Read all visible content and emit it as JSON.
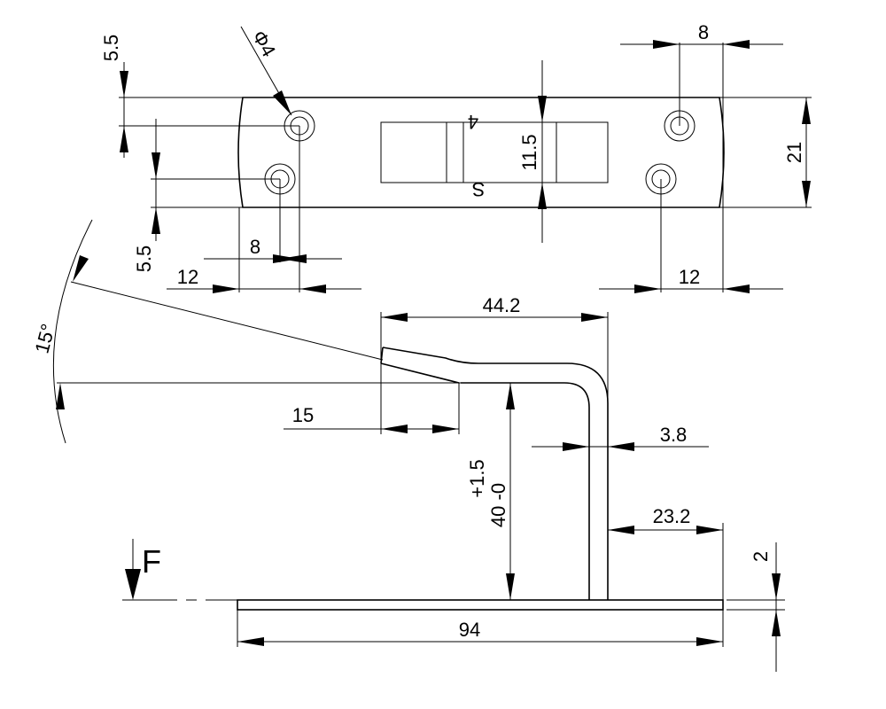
{
  "dimensions": {
    "top_hole_offset": "5.5",
    "hole_diameter": "Φ4",
    "hole_spacing_right": "8",
    "slot_width": "11.5",
    "plate_height": "21",
    "left_offset_vertical": "5.5",
    "hole_spacing_left": "8",
    "left_edge_offset": "12",
    "right_edge_offset": "12",
    "arm_length": "44.2",
    "angle": "15°",
    "tip_length": "15",
    "wire_thickness": "3.8",
    "height_nominal": "40 -0",
    "height_tolerance": "+1.5",
    "base_offset": "23.2",
    "base_thickness": "2",
    "base_length": "94",
    "force_label": "F"
  },
  "markings": {
    "slot_marking_top": "4",
    "slot_marking_bottom": "S"
  }
}
